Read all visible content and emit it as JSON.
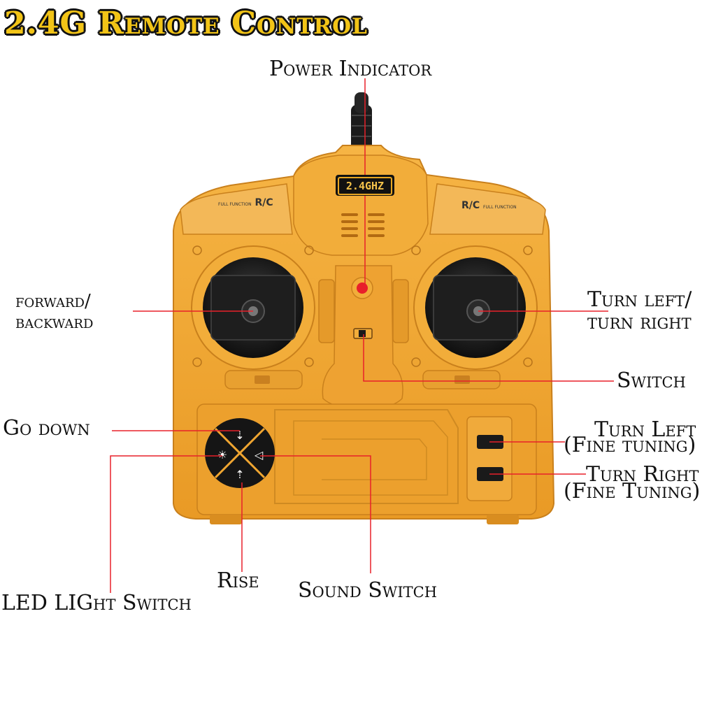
{
  "title": "2.4G Remote Control",
  "chip_label": "2.4GHZ",
  "panel_left": {
    "brand": "R/C",
    "tag": "FULL FUNCTION"
  },
  "panel_right": {
    "brand": "R/C",
    "tag": "FULL FUNCTION"
  },
  "labels": {
    "power_indicator": "Power Indicator",
    "forward_1": "forward/",
    "forward_2": "backward",
    "turn_1": "Turn left/",
    "turn_2": "turn right",
    "switch": "Switch",
    "go_down": "Go down",
    "turn_left_fine_1": "Turn Left",
    "turn_left_fine_2": "(Fine tuning)",
    "turn_right_fine_1": "Turn Right",
    "turn_right_fine_2": "(Fine Tuning)",
    "rise": "Rise",
    "led": "LED LIGht Switch",
    "sound": "Sound Switch"
  },
  "colors": {
    "body": "#f0a631",
    "title_fill": "#f2c417",
    "leader": "#e8202a",
    "indicator": "#e8202a"
  }
}
